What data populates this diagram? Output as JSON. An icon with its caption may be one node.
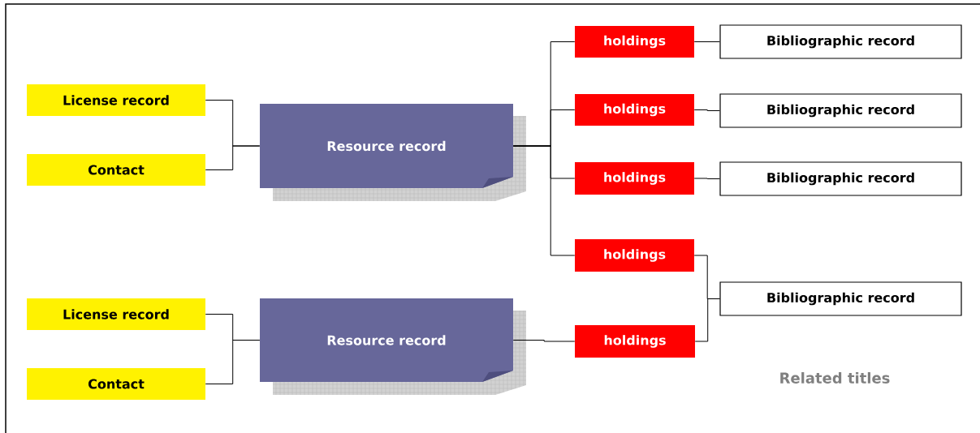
{
  "diagram": {
    "nodes": [
      {
        "text": [
          "License record"
        ]
      },
      {
        "text": [
          "Contact"
        ]
      },
      {
        "text": [
          "Resource record"
        ]
      },
      {
        "text": [
          "License record"
        ]
      },
      {
        "text": [
          "Contact"
        ]
      },
      {
        "text": [
          "Resource record"
        ]
      },
      {
        "text": [
          "holdings"
        ]
      },
      {
        "text": [
          "holdings"
        ]
      },
      {
        "text": [
          "holdings"
        ]
      },
      {
        "text": [
          "holdings"
        ]
      },
      {
        "text": [
          "holdings"
        ]
      },
      {
        "text": [
          "Bibliographic record"
        ]
      },
      {
        "text": [
          "Bibliographic record"
        ]
      },
      {
        "text": [
          "Bibliographic record"
        ]
      },
      {
        "text": [
          "Bibliographic record"
        ]
      }
    ],
    "edges": [
      {
        "from": 0,
        "to": 2,
        "arrow": "none"
      },
      {
        "from": 1,
        "to": 2,
        "arrow": "none"
      },
      {
        "from": 3,
        "to": 5,
        "arrow": "none"
      },
      {
        "from": 4,
        "to": 5,
        "arrow": "none"
      },
      {
        "from": 2,
        "to": 6,
        "arrow": "none"
      },
      {
        "from": 2,
        "to": 7,
        "arrow": "none"
      },
      {
        "from": 2,
        "to": 8,
        "arrow": "none"
      },
      {
        "from": 2,
        "to": 9,
        "arrow": "none"
      },
      {
        "from": 5,
        "to": 10,
        "arrow": "none"
      },
      {
        "from": 6,
        "to": 11,
        "arrow": "none"
      },
      {
        "from": 7,
        "to": 12,
        "arrow": "none"
      },
      {
        "from": 8,
        "to": 13,
        "arrow": "none"
      },
      {
        "from": 9,
        "to": 14,
        "arrow": "none"
      },
      {
        "from": 10,
        "to": 14,
        "arrow": "none"
      }
    ],
    "labels": [
      "Related titles"
    ]
  }
}
